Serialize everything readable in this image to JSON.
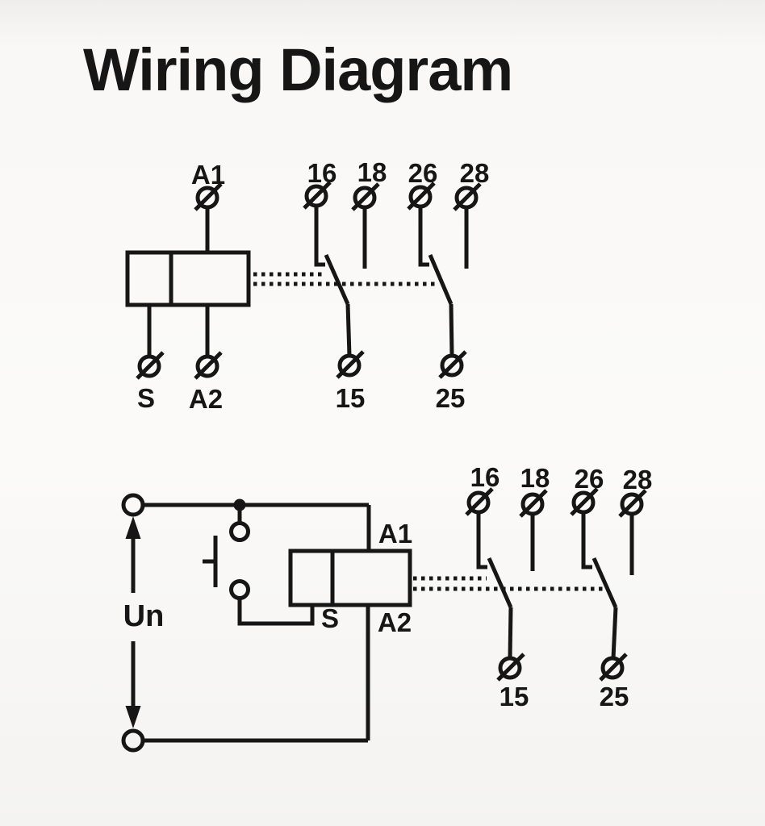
{
  "title": "Wiring Diagram",
  "colors": {
    "background": "#f8f7f5",
    "ink": "#161616"
  },
  "top_diagram": {
    "coil": {
      "top_terminal": "A1",
      "bottom_left_terminal": "S",
      "bottom_right_terminal": "A2"
    },
    "contacts": {
      "top_terminals": [
        "16",
        "18",
        "26",
        "28"
      ],
      "bottom_terminals": [
        "15",
        "25"
      ]
    }
  },
  "bottom_diagram": {
    "supply_label": "Un",
    "coil": {
      "top_terminal": "A1",
      "bottom_left_terminal": "S",
      "bottom_right_terminal": "A2"
    },
    "contacts": {
      "top_terminals": [
        "16",
        "18",
        "26",
        "28"
      ],
      "bottom_terminals": [
        "15",
        "25"
      ]
    }
  }
}
